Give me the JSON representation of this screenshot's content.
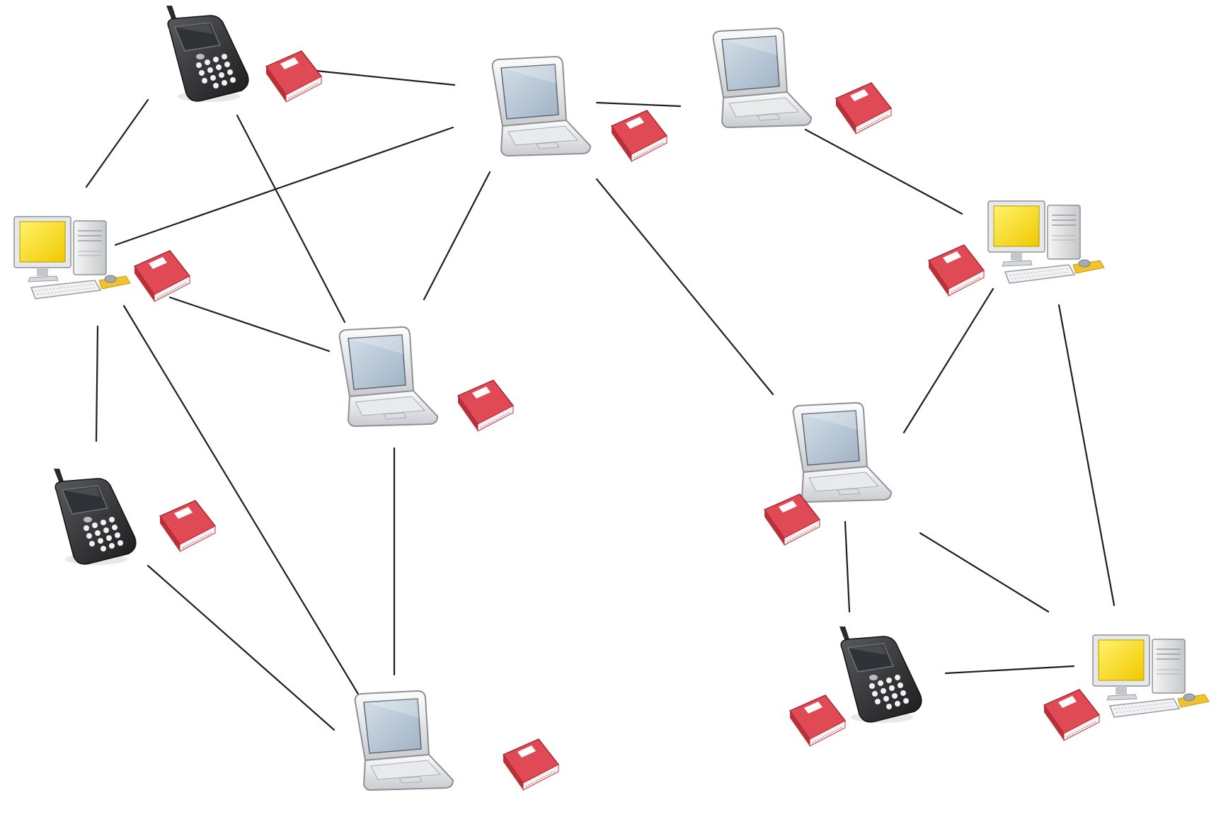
{
  "diagram": {
    "type": "network-topology",
    "edge_color": "#1e1e1e",
    "book_color": "#e04a55",
    "screen_yellow": "#f5d800",
    "laptop_screen": "#b8c8d8",
    "nodes": [
      {
        "id": "phone-top",
        "kind": "smartphone"
      },
      {
        "id": "laptop-top",
        "kind": "laptop"
      },
      {
        "id": "laptop-topright",
        "kind": "laptop"
      },
      {
        "id": "desktop-left",
        "kind": "desktop"
      },
      {
        "id": "desktop-right",
        "kind": "desktop"
      },
      {
        "id": "laptop-center",
        "kind": "laptop"
      },
      {
        "id": "laptop-right",
        "kind": "laptop"
      },
      {
        "id": "phone-left",
        "kind": "smartphone"
      },
      {
        "id": "phone-bottomright",
        "kind": "smartphone"
      },
      {
        "id": "desktop-bottomright",
        "kind": "desktop"
      },
      {
        "id": "laptop-bottom",
        "kind": "laptop"
      }
    ],
    "edges": [
      [
        "phone-top",
        "laptop-top"
      ],
      [
        "phone-top",
        "desktop-left"
      ],
      [
        "phone-top",
        "laptop-center"
      ],
      [
        "laptop-top",
        "laptop-topright"
      ],
      [
        "laptop-top",
        "desktop-left"
      ],
      [
        "laptop-top",
        "laptop-center"
      ],
      [
        "laptop-top",
        "laptop-right"
      ],
      [
        "laptop-topright",
        "desktop-right"
      ],
      [
        "desktop-left",
        "laptop-center"
      ],
      [
        "desktop-left",
        "phone-left"
      ],
      [
        "desktop-left",
        "laptop-bottom"
      ],
      [
        "laptop-center",
        "laptop-bottom"
      ],
      [
        "phone-left",
        "laptop-bottom"
      ],
      [
        "desktop-right",
        "laptop-right"
      ],
      [
        "desktop-right",
        "desktop-bottomright"
      ],
      [
        "laptop-right",
        "phone-bottomright"
      ],
      [
        "laptop-right",
        "desktop-bottomright"
      ],
      [
        "phone-bottomright",
        "desktop-bottomright"
      ]
    ]
  }
}
